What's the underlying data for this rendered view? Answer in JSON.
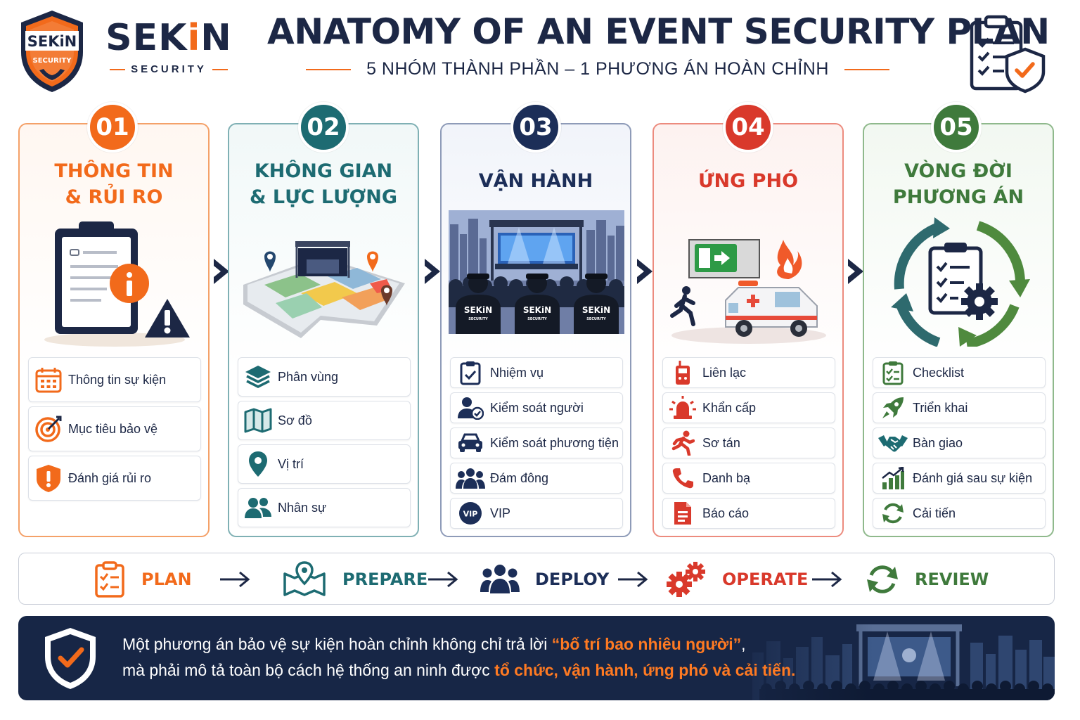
{
  "brand": {
    "shield_text": "SEKiN",
    "shield_sub": "SECURITY",
    "name_part1": "SEK",
    "name_accent": "i",
    "name_part2": "N",
    "sub": "SECURITY"
  },
  "header": {
    "title": "ANATOMY OF AN EVENT SECURITY PLAN",
    "subtitle": "5 NHÓM THÀNH PHẦN – 1 PHƯƠNG ÁN HOÀN CHỈNH"
  },
  "colors": {
    "orange": "#f26a1b",
    "teal": "#1d6b72",
    "navy": "#1c2e58",
    "red": "#d9392b",
    "green": "#3f7a3c",
    "dark": "#1c2745"
  },
  "columns": [
    {
      "number": "01",
      "title_l1": "THÔNG TIN",
      "title_l2": "& RỦI RO",
      "items": [
        {
          "label": "Thông tin sự kiện",
          "icon": "calendar-icon"
        },
        {
          "label": "Mục tiêu bảo vệ",
          "icon": "target-icon"
        },
        {
          "label": "Đánh giá rủi ro",
          "icon": "warning-shield-icon"
        }
      ]
    },
    {
      "number": "02",
      "title_l1": "KHÔNG GIAN",
      "title_l2": "& LỰC LƯỢNG",
      "items": [
        {
          "label": "Phân vùng",
          "icon": "layers-icon"
        },
        {
          "label": "Sơ đồ",
          "icon": "map-icon"
        },
        {
          "label": "Vị trí",
          "icon": "location-pin-icon"
        },
        {
          "label": "Nhân sự",
          "icon": "people-icon"
        }
      ]
    },
    {
      "number": "03",
      "title_l1": "VẬN HÀNH",
      "title_l2": "",
      "guard_label": "SEKiN",
      "guard_sub": "SECURITY",
      "items": [
        {
          "label": "Nhiệm vụ",
          "icon": "clipboard-check-icon"
        },
        {
          "label": "Kiểm soát người",
          "icon": "user-check-icon"
        },
        {
          "label": "Kiểm soát phương tiện",
          "icon": "car-icon"
        },
        {
          "label": "Đám đông",
          "icon": "crowd-icon"
        },
        {
          "label": "VIP",
          "icon": "vip-badge-icon",
          "badge": "VIP"
        }
      ]
    },
    {
      "number": "04",
      "title_l1": "ỨNG PHÓ",
      "title_l2": "",
      "items": [
        {
          "label": "Liên lạc",
          "icon": "radio-icon"
        },
        {
          "label": "Khẩn cấp",
          "icon": "siren-icon"
        },
        {
          "label": "Sơ tán",
          "icon": "running-person-icon"
        },
        {
          "label": "Danh bạ",
          "icon": "phone-icon"
        },
        {
          "label": "Báo cáo",
          "icon": "document-icon"
        }
      ]
    },
    {
      "number": "05",
      "title_l1": "VÒNG ĐỜI",
      "title_l2": "PHƯƠNG ÁN",
      "items": [
        {
          "label": "Checklist",
          "icon": "checklist-icon"
        },
        {
          "label": "Triển khai",
          "icon": "rocket-icon"
        },
        {
          "label": "Bàn giao",
          "icon": "handshake-icon"
        },
        {
          "label": "Đánh giá sau sự kiện",
          "icon": "bar-chart-icon"
        },
        {
          "label": "Cải tiến",
          "icon": "refresh-icon"
        }
      ]
    }
  ],
  "flow": [
    {
      "label": "PLAN",
      "icon": "plan-checklist-icon",
      "color": "#f26a1b"
    },
    {
      "label": "PREPARE",
      "icon": "prepare-map-icon",
      "color": "#1d6b72"
    },
    {
      "label": "DEPLOY",
      "icon": "deploy-team-icon",
      "color": "#1c2e58"
    },
    {
      "label": "OPERATE",
      "icon": "operate-gears-icon",
      "color": "#d9392b"
    },
    {
      "label": "REVIEW",
      "icon": "review-cycle-icon",
      "color": "#3f7a3c"
    }
  ],
  "banner": {
    "line1_a": "Một phương án bảo vệ sự kiện hoàn chỉnh không chỉ trả lời ",
    "line1_hl": "“bố trí bao nhiêu người”",
    "line1_b": ",",
    "line2_a": "mà phải mô tả toàn bộ cách hệ thống an ninh được ",
    "line2_hl": "tổ chức, vận hành, ứng phó và cải tiến."
  }
}
